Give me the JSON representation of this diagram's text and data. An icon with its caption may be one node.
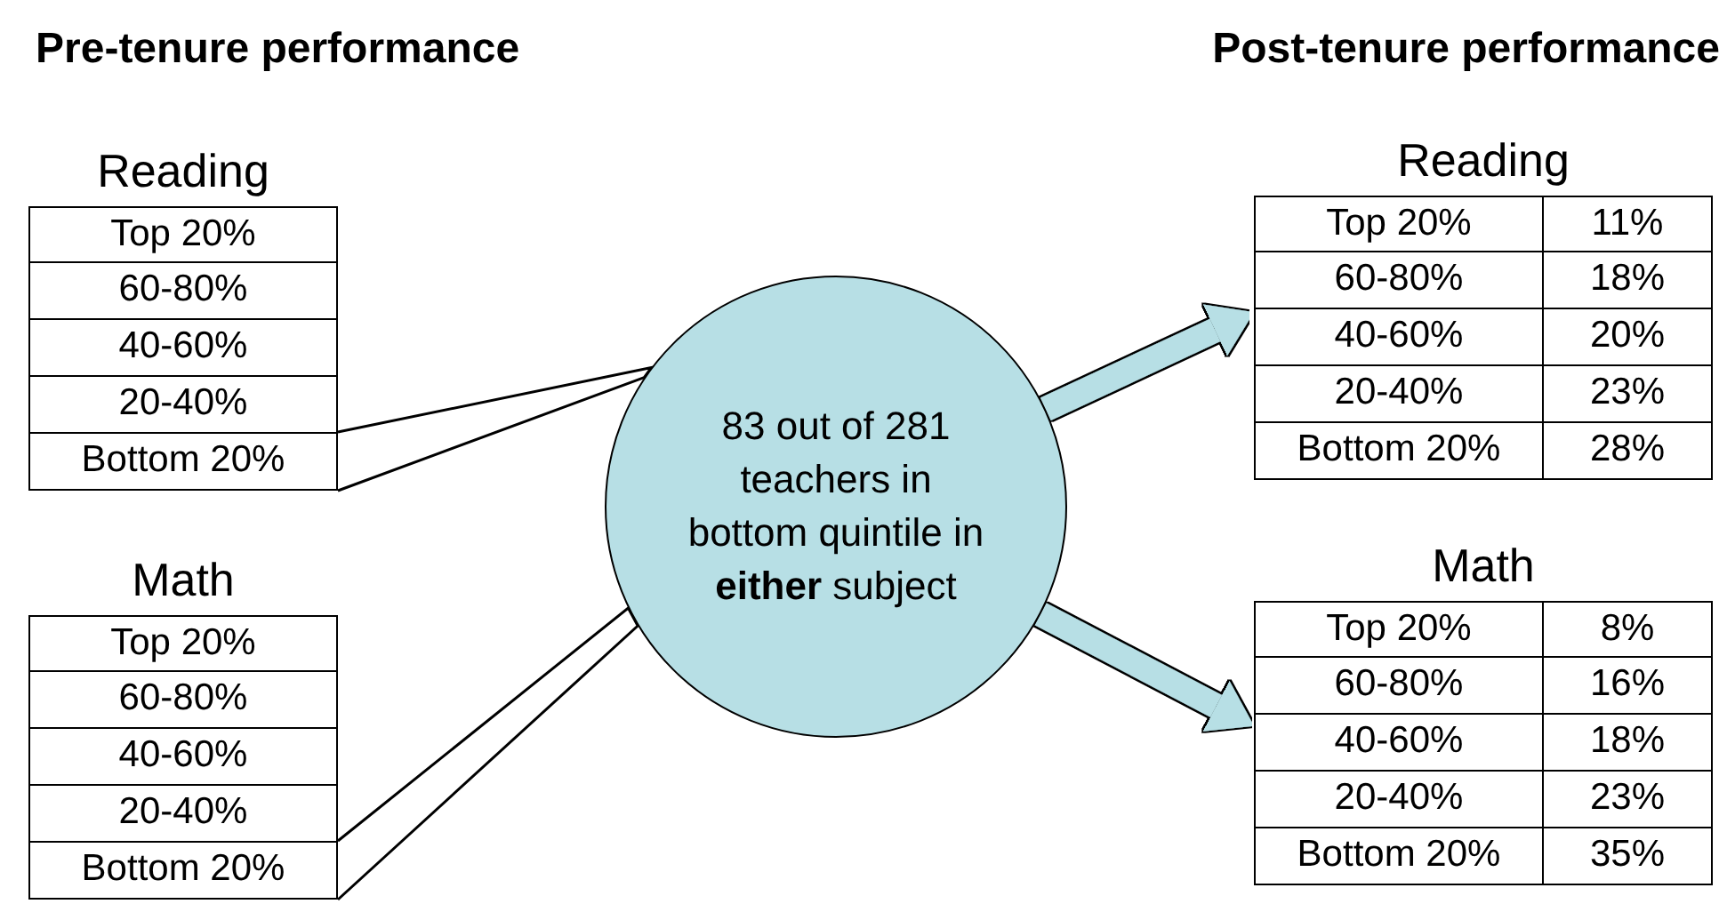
{
  "diagram": {
    "nodes": [
      {
        "text": [
          "Reading"
        ]
      },
      {
        "text": [
          "Top 20%"
        ],
        "in": 0
      },
      {
        "text": [
          "60-80%"
        ],
        "in": 0
      },
      {
        "text": [
          "40-60%"
        ],
        "in": 0
      },
      {
        "text": [
          "20-40%"
        ],
        "in": 0
      },
      {
        "text": [
          "Bottom 20%"
        ],
        "in": 0
      },
      {
        "text": [
          "Math"
        ]
      },
      {
        "text": [
          "Top 20%"
        ],
        "in": 6
      },
      {
        "text": [
          "60-80%"
        ],
        "in": 6
      },
      {
        "text": [
          "40-60%"
        ],
        "in": 6
      },
      {
        "text": [
          "20-40%"
        ],
        "in": 6
      },
      {
        "text": [
          "Bottom 20%"
        ],
        "in": 6
      },
      {
        "text": [
          "83 out of 281 teachers in bottom quintile in **either** subject"
        ]
      },
      {
        "text": [
          "Reading"
        ]
      },
      {
        "text": [
          "Top 20%"
        ],
        "in": 13
      },
      {
        "text": [
          "11%"
        ],
        "in": 13
      },
      {
        "text": [
          "60-80%"
        ],
        "in": 13
      },
      {
        "text": [
          "18%"
        ],
        "in": 13
      },
      {
        "text": [
          "40-60%"
        ],
        "in": 13
      },
      {
        "text": [
          "20%"
        ],
        "in": 13
      },
      {
        "text": [
          "20-40%"
        ],
        "in": 13
      },
      {
        "text": [
          "23%"
        ],
        "in": 13
      },
      {
        "text": [
          "Bottom 20%"
        ],
        "in": 13
      },
      {
        "text": [
          "28%"
        ],
        "in": 13
      },
      {
        "text": [
          "Math"
        ]
      },
      {
        "text": [
          "Top 20%"
        ],
        "in": 24
      },
      {
        "text": [
          "8%"
        ],
        "in": 24
      },
      {
        "text": [
          "60-80%"
        ],
        "in": 24
      },
      {
        "text": [
          "16%"
        ],
        "in": 24
      },
      {
        "text": [
          "40-60%"
        ],
        "in": 24
      },
      {
        "text": [
          "18%"
        ],
        "in": 24
      },
      {
        "text": [
          "20-40%"
        ],
        "in": 24
      },
      {
        "text": [
          "23%"
        ],
        "in": 24
      },
      {
        "text": [
          "Bottom 20%"
        ],
        "in": 24
      },
      {
        "text": [
          "35%"
        ],
        "in": 24
      }
    ],
    "edges": [
      {
        "from": 5,
        "to": 12,
        "arrow": "none"
      },
      {
        "from": 11,
        "to": 12,
        "arrow": "none"
      },
      {
        "from": 12,
        "to": 13,
        "arrow": "to",
        "style": "thick",
        "color": "#b7dfe5"
      },
      {
        "from": 12,
        "to": 24,
        "arrow": "to",
        "style": "thick",
        "color": "#b7dfe5"
      }
    ],
    "labels": [
      "Pre-tenure performance",
      "Post-tenure performance"
    ]
  }
}
